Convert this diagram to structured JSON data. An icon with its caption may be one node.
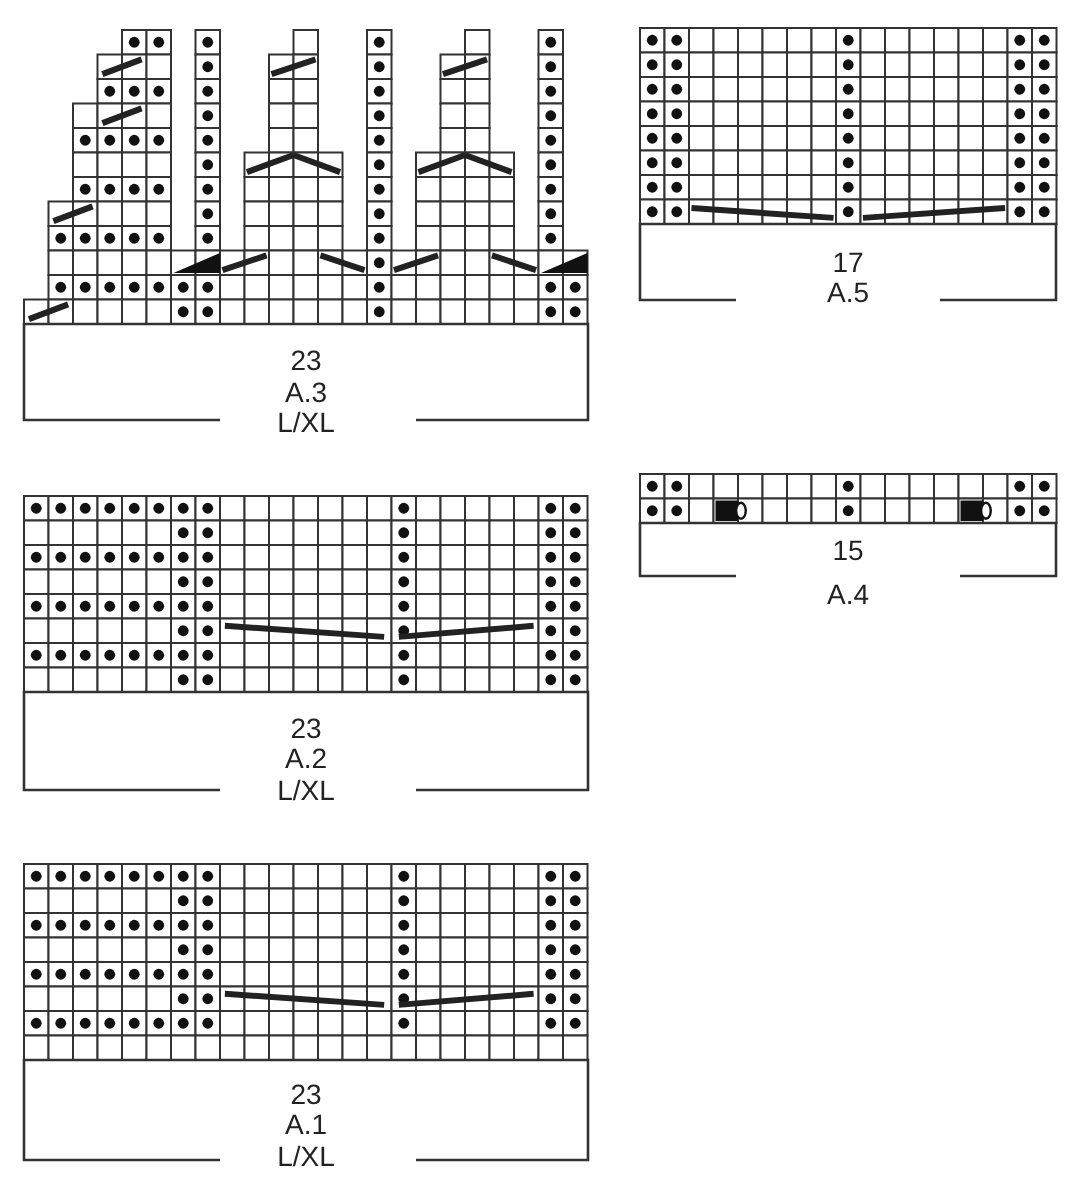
{
  "diagram": {
    "labels": [
      "23",
      "A.3",
      "L/XL",
      "17",
      "A.5",
      "15",
      "A.4",
      "23",
      "A.2",
      "L/XL",
      "23",
      "A.1",
      "L/XL"
    ]
  }
}
